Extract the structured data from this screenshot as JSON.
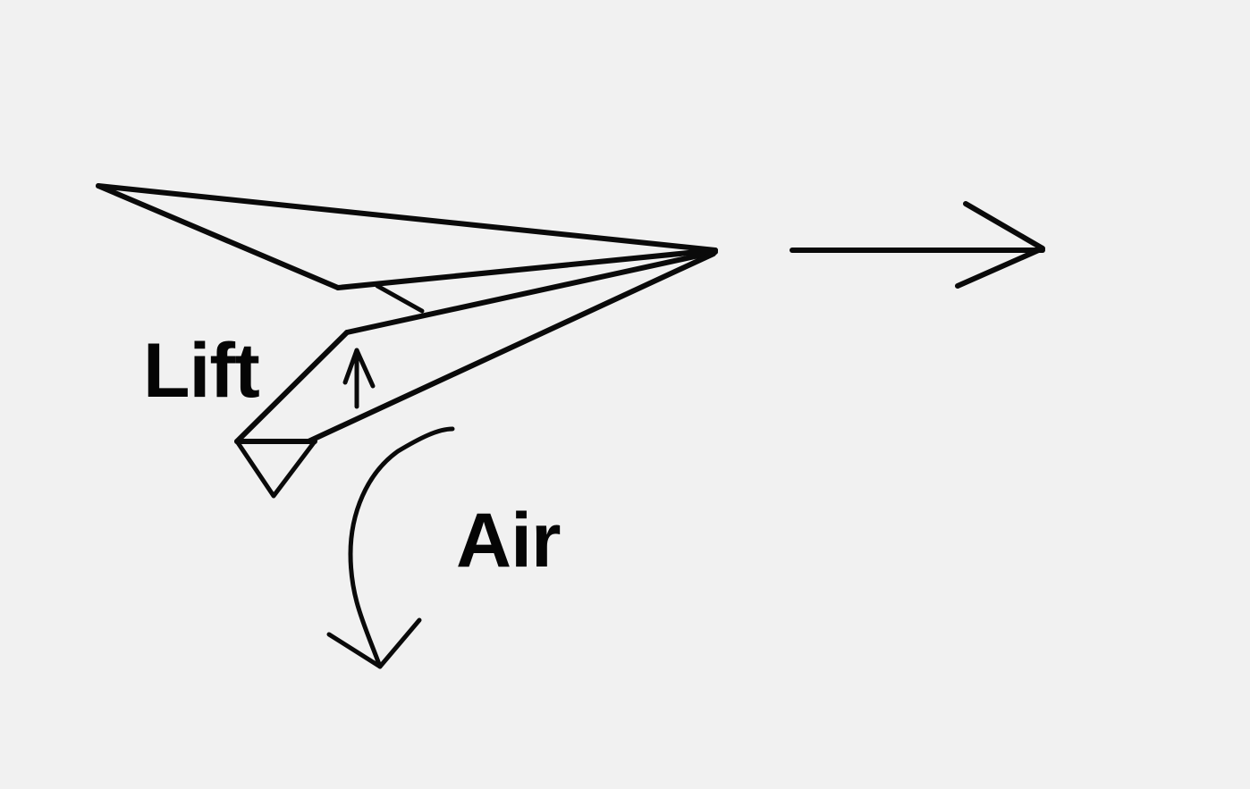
{
  "diagram": {
    "title": "Paper airplane lift diagram",
    "background_color": "#f1f1f1",
    "stroke_color": "#0a0a0a",
    "labels": {
      "lift": "Lift",
      "air": "Air"
    },
    "elements": [
      {
        "name": "paper-airplane",
        "description": "Hand-drawn paper airplane pointing right"
      },
      {
        "name": "lift-arrow",
        "description": "Small upward arrow under the wing",
        "direction": "up"
      },
      {
        "name": "direction-arrow",
        "description": "Horizontal arrow showing flight direction",
        "direction": "right"
      },
      {
        "name": "air-flow-arrow",
        "description": "Curved arrow showing air deflected downward",
        "direction": "down"
      }
    ]
  }
}
